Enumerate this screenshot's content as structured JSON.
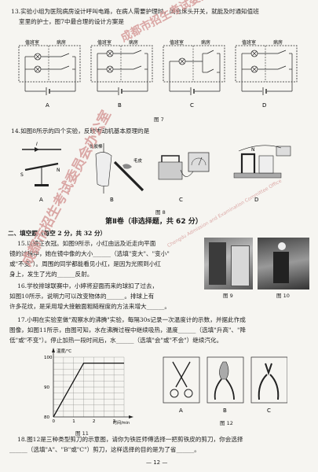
{
  "q13": {
    "line1": "13.实验小组为医院病房设计呼叫电路，在病人需要护理时，闭合床头开关，就能及时通知值班",
    "line2": "室里的护士，图7中最合理的设计方案是",
    "room_duty": "值班室",
    "room_ward": "病房",
    "options": [
      "A",
      "B",
      "C",
      "D"
    ],
    "fig_caption": "图 7"
  },
  "q14": {
    "line1": "14.如图8所示的四个实验，反映电动机基本原理的是",
    "labels": {
      "rubber_rod": "橡胶棒",
      "fur": "毛皮",
      "S": "S",
      "N": "N",
      "I": "I"
    },
    "options": [
      "A",
      "B",
      "C",
      "D"
    ],
    "fig_caption": "图 8"
  },
  "part2": {
    "title": "第Ⅱ卷（非选择题，共 62 分）"
  },
  "fill": {
    "heading": "二、填空题（每空 2 分，共 32 分）",
    "q15": [
      "15.以镜正衣冠。如图9所示，小红由远及近走向平面",
      "镜的过程中，她在镜中像的大小______（选填\"变大\"、\"变小\"",
      "或\"不变\"）。周围的同学都能看见小红，是因为光照到小红",
      "身上，发生了光的______反射。"
    ],
    "q16": [
      "16.学校排球联赛中，小婷将迎面而来的球扣了过去，",
      "如图10所示，说明力可以改变物体的______。排球上有",
      "许多花纹，是采用增大接触面粗糙程度的方法来增大______。"
    ],
    "q17": [
      "17.小明在实验室做\"观察水的沸腾\"实验，每隔30s记录一次温度计的示数，并据此作成",
      "图像，如图11所示，由图可知，水在沸腾过程中继续吸热，温度______（选填\"升高\"、\"降",
      "低\"或\"不变\"）。停止加热一段时间后，水______（选填\"会\"或\"不会\"）继续汽化。"
    ],
    "q18": [
      "18.图12是三种类型剪刀的示意图，请你为铁匠师傅选择一把剪铁皮的剪刀，你会选择",
      "______（选填\"A\"、\"B\"或\"C\"）剪刀，这样选择的目的是为了省______。"
    ],
    "fig9_caption": "图 9",
    "fig10_caption": "图 10",
    "fig11_caption": "图 11",
    "fig12_caption": "图 12",
    "scissors_labels": [
      "A",
      "B",
      "C"
    ]
  },
  "chart_data": {
    "type": "line",
    "ylabel": "温度/℃",
    "xlabel": "时间/min",
    "x": [
      0,
      1.5,
      3.5
    ],
    "y": [
      80,
      98,
      98
    ],
    "xticks": [
      "0",
      "1",
      "2",
      "3"
    ],
    "yticks": [
      "80",
      "90",
      "100"
    ],
    "xlim": [
      0,
      3.5
    ],
    "ylim": [
      80,
      100
    ],
    "grid": true
  },
  "page_number": "— 12 —",
  "watermark": {
    "cn_line1": "成都市招生考试委员会办公室",
    "cn_line2": "成都市招生考试委员会办公室",
    "en_line": "Chengdu Admission and Examination Committee Office"
  },
  "colors": {
    "watermark": "#d69a98",
    "ink": "#1d1d1d",
    "paper": "#f6f5f1"
  }
}
